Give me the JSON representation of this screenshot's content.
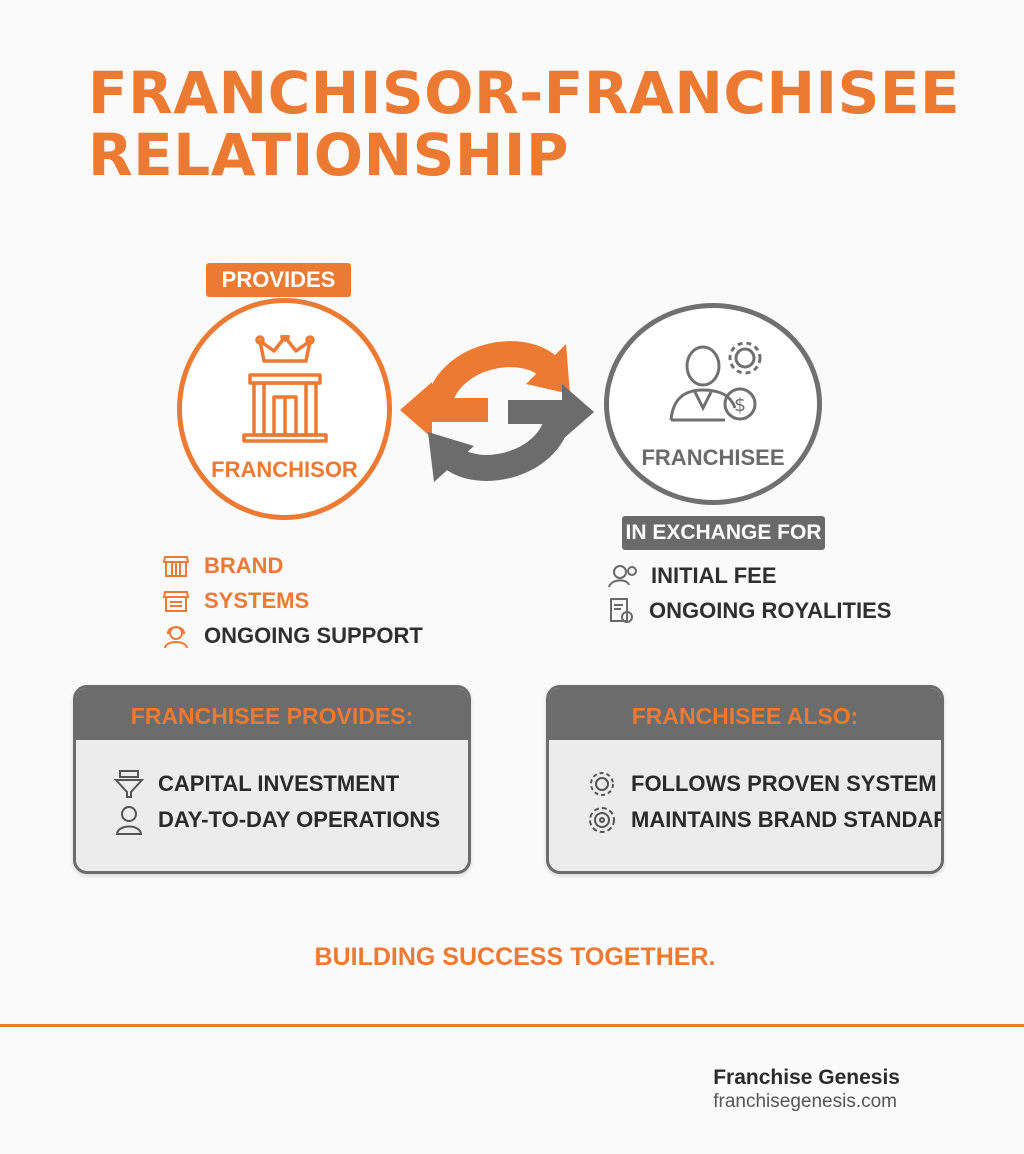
{
  "title": {
    "line1": "FRANCHISOR-FRANCHISEE",
    "line2": "RELATIONSHIP"
  },
  "franchisor": {
    "tag": "PROVIDES",
    "label": "FRANCHISOR",
    "icon": "crown-storefront-icon",
    "items": [
      {
        "label": "BRAND",
        "icon": "store-icon"
      },
      {
        "label": "SYSTEMS",
        "icon": "systems-store-icon"
      },
      {
        "label": "ONGOING SUPPORT",
        "icon": "support-person-icon"
      }
    ]
  },
  "franchisee": {
    "tag": "IN EXCHANGE FOR",
    "label": "FRANCHISEE",
    "icon": "person-gear-dollar-icon",
    "items": [
      {
        "label": "INITIAL FEE",
        "icon": "hand-coin-icon"
      },
      {
        "label": "ONGOING ROYALITIES",
        "icon": "document-coin-icon"
      }
    ]
  },
  "exchange_icon": "exchange-arrows-icon",
  "box_provides": {
    "heading": "FRANCHISEE PROVIDES:",
    "items": [
      {
        "label": "CAPITAL INVESTMENT",
        "icon": "money-funnel-icon"
      },
      {
        "label": "DAY-TO-DAY OPERATIONS",
        "icon": "person-icon"
      }
    ]
  },
  "box_also": {
    "heading": "FRANCHISEE ALSO:",
    "items": [
      {
        "label": "FOLLOWS PROVEN SYSTEM",
        "icon": "gear-icon"
      },
      {
        "label": "MAINTAINS BRAND STANDARDS",
        "icon": "gear-badge-icon"
      }
    ]
  },
  "tagline": "BUILDING SUCCESS TOGETHER.",
  "footer": {
    "brand": "Franchise Genesis",
    "url": "franchisegenesis.com"
  },
  "colors": {
    "accent": "#ec7a32",
    "gray": "#6c6c6c",
    "text": "#2f2f2f"
  }
}
